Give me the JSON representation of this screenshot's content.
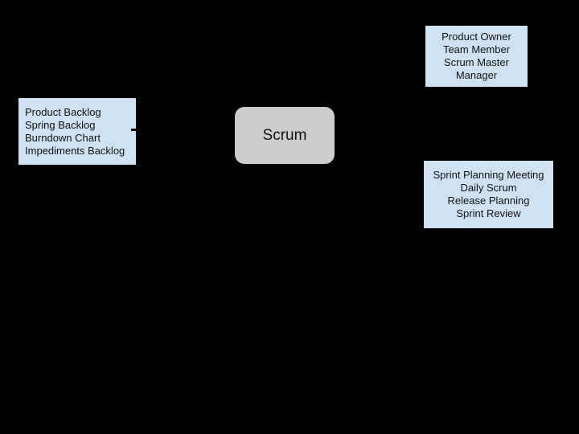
{
  "canvas": {
    "background_color": "#000000",
    "text_color": "#111111"
  },
  "diagram": {
    "center_node": {
      "label": "Scrum",
      "fill_color": "#cccccc"
    },
    "node_fill_color": "#cfe2f3",
    "connector_color": "#000000",
    "artifacts_node": {
      "lines": [
        "Product Backlog",
        "Spring Backlog",
        "Burndown Chart",
        "Impediments Backlog"
      ]
    },
    "roles_node": {
      "lines": [
        "Product Owner",
        "Team Member",
        "Scrum Master",
        "Manager"
      ]
    },
    "ceremonies_node": {
      "lines": [
        "Sprint Planning Meeting",
        "Daily Scrum",
        "Release Planning",
        "Sprint Review"
      ]
    }
  }
}
